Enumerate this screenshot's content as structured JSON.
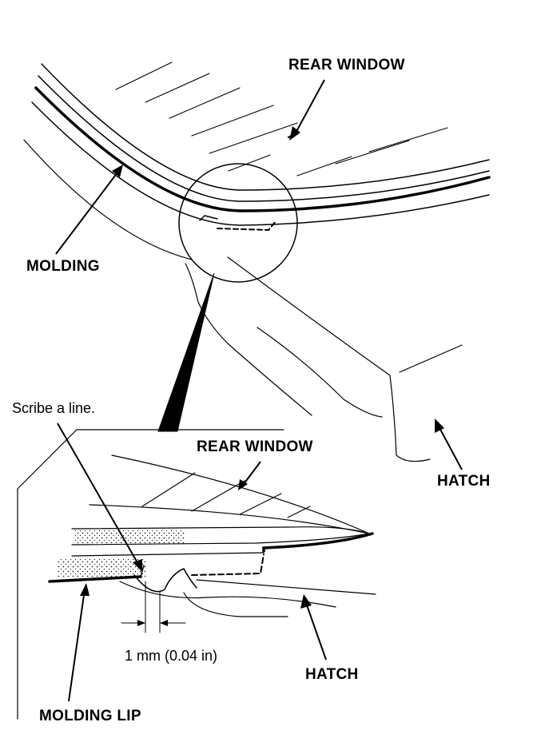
{
  "labels": {
    "rear_window_top": "REAR WINDOW",
    "molding": "MOLDING",
    "hatch_top": "HATCH",
    "scribe": "Scribe a line.",
    "rear_window_detail": "REAR WINDOW",
    "dimension": "1 mm (0.04 in)",
    "hatch_detail": "HATCH",
    "molding_lip": "MOLDING LIP"
  },
  "colors": {
    "ink": "#000000",
    "paper": "#ffffff"
  }
}
